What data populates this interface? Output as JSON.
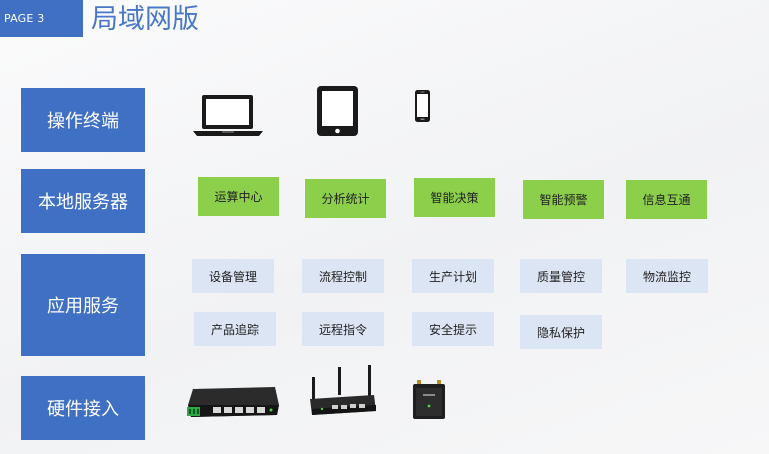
{
  "page": {
    "tab": "PAGE 3",
    "title": "局域网版"
  },
  "rows": {
    "terminal": "操作终端",
    "server": "本地服务器",
    "service": "应用服务",
    "hardware": "硬件接入"
  },
  "server_modules": [
    "运算中心",
    "分析统计",
    "智能决策",
    "智能预警",
    "信息互通"
  ],
  "service_modules": [
    "设备管理",
    "流程控制",
    "生产计划",
    "质量管控",
    "物流监控",
    "产品追踪",
    "远程指令",
    "安全提示",
    "隐私保护"
  ],
  "colors": {
    "primary": "#3f70c4",
    "green": "#8bcf4a",
    "light": "#dce5f3"
  },
  "icons": {
    "terminals": [
      "laptop-icon",
      "tablet-icon",
      "phone-icon"
    ],
    "hardware": [
      "switch-icon",
      "router-icon",
      "gateway-icon"
    ]
  }
}
